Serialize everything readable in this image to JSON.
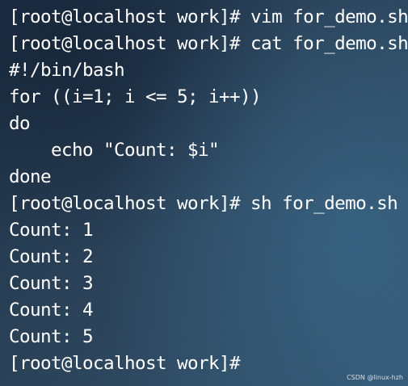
{
  "terminal": {
    "lines": [
      "[root@localhost work]# vim for_demo.sh",
      "[root@localhost work]# cat for_demo.sh",
      "#!/bin/bash",
      "for ((i=1; i <= 5; i++))",
      "do",
      "    echo \"Count: $i\"",
      "done",
      "[root@localhost work]# sh for_demo.sh",
      "Count: 1",
      "Count: 2",
      "Count: 3",
      "Count: 4",
      "Count: 5",
      "[root@localhost work]#"
    ],
    "text_color": "#ffffff",
    "background_color": "#2a4056"
  },
  "watermark": {
    "text": "CSDN @linux-hzh"
  }
}
